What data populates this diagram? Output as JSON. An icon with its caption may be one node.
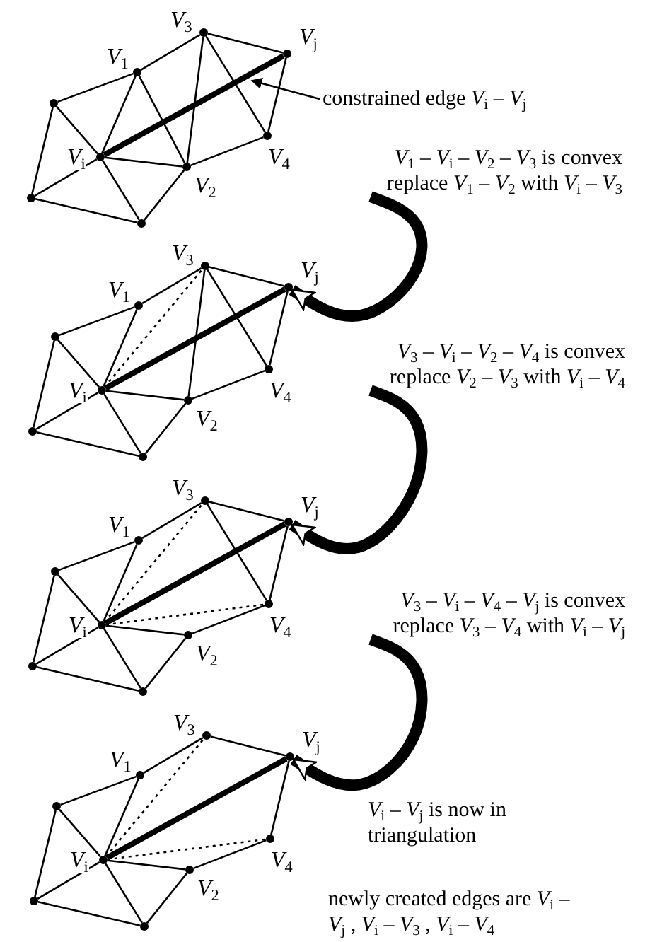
{
  "diagram": {
    "nodes": [
      {
        "text": [],
        "shape": "circle",
        "beside": [
          "*V*$_{3}$"
        ]
      },
      {
        "text": [],
        "shape": "circle",
        "beside": [
          "*V*$_{j}$"
        ]
      },
      {
        "text": [],
        "shape": "circle",
        "beside": [
          "*V*$_{1}$"
        ]
      },
      {
        "text": [],
        "shape": "circle"
      },
      {
        "text": [],
        "shape": "circle",
        "beside": [
          "*V*$_{i}$"
        ]
      },
      {
        "text": [],
        "shape": "circle",
        "beside": [
          "*V*$_{4}$"
        ]
      },
      {
        "text": [],
        "shape": "circle",
        "beside": [
          "*V*$_{2}$"
        ]
      },
      {
        "text": [],
        "shape": "circle"
      },
      {
        "text": [],
        "shape": "circle"
      },
      {
        "text": [
          "constrained edge *V*$_{i}$ – *V*$_{j}$"
        ]
      },
      {
        "text": [
          "*V*$_{1}$ – *V*$_{i}$ – *V*$_{2}$ – *V*$_{3}$ is convex",
          "replace *V*$_{1}$ – *V*$_{2}$ with *V*$_{i}$ – *V*$_{3}$"
        ]
      },
      {
        "text": [],
        "shape": "circle",
        "beside": [
          "*V*$_{3}$"
        ]
      },
      {
        "text": [],
        "shape": "circle",
        "beside": [
          "*V*$_{j}$"
        ]
      },
      {
        "text": [],
        "shape": "circle",
        "beside": [
          "*V*$_{1}$"
        ]
      },
      {
        "text": [],
        "shape": "circle"
      },
      {
        "text": [],
        "shape": "circle",
        "beside": [
          "*V*$_{i}$"
        ]
      },
      {
        "text": [],
        "shape": "circle",
        "beside": [
          "*V*$_{4}$"
        ]
      },
      {
        "text": [],
        "shape": "circle",
        "beside": [
          "*V*$_{2}$"
        ]
      },
      {
        "text": [],
        "shape": "circle"
      },
      {
        "text": [],
        "shape": "circle"
      },
      {
        "text": [
          "*V*$_{3}$ – *V*$_{i}$ – *V*$_{2}$ – *V*$_{4}$ is convex",
          "replace *V*$_{2}$ – *V*$_{3}$ with *V*$_{i}$ – *V*$_{4}$"
        ]
      },
      {
        "text": [],
        "shape": "circle",
        "beside": [
          "*V*$_{3}$"
        ]
      },
      {
        "text": [],
        "shape": "circle",
        "beside": [
          "*V*$_{j}$"
        ]
      },
      {
        "text": [],
        "shape": "circle",
        "beside": [
          "*V*$_{1}$"
        ]
      },
      {
        "text": [],
        "shape": "circle"
      },
      {
        "text": [],
        "shape": "circle",
        "beside": [
          "*V*$_{i}$"
        ]
      },
      {
        "text": [],
        "shape": "circle",
        "beside": [
          "*V*$_{4}$"
        ]
      },
      {
        "text": [],
        "shape": "circle",
        "beside": [
          "*V*$_{2}$"
        ]
      },
      {
        "text": [],
        "shape": "circle"
      },
      {
        "text": [],
        "shape": "circle"
      },
      {
        "text": [
          "*V*$_{3}$ – *V*$_{i}$ – *V*$_{4}$ – *V*$_{j}$ is convex",
          "replace *V*$_{3}$ – *V*$_{4}$ with *V*$_{i}$ – *V*$_{j}$"
        ]
      },
      {
        "text": [],
        "shape": "circle",
        "beside": [
          "*V*$_{3}$"
        ]
      },
      {
        "text": [],
        "shape": "circle",
        "beside": [
          "*V*$_{j}$"
        ]
      },
      {
        "text": [],
        "shape": "circle",
        "beside": [
          "*V*$_{1}$"
        ]
      },
      {
        "text": [],
        "shape": "circle"
      },
      {
        "text": [],
        "shape": "circle",
        "beside": [
          "*V*$_{i}$"
        ]
      },
      {
        "text": [],
        "shape": "circle",
        "beside": [
          "*V*$_{4}$"
        ]
      },
      {
        "text": [],
        "shape": "circle",
        "beside": [
          "*V*$_{2}$"
        ]
      },
      {
        "text": [],
        "shape": "circle"
      },
      {
        "text": [],
        "shape": "circle"
      }
    ],
    "edges": [
      {
        "from": 3,
        "to": 2,
        "arrow": "none"
      },
      {
        "from": 2,
        "to": 0,
        "arrow": "none"
      },
      {
        "from": 0,
        "to": 1,
        "arrow": "none"
      },
      {
        "from": 1,
        "to": 5,
        "arrow": "none"
      },
      {
        "from": 5,
        "to": 6,
        "arrow": "none"
      },
      {
        "from": 6,
        "to": 8,
        "arrow": "none"
      },
      {
        "from": 8,
        "to": 7,
        "arrow": "none"
      },
      {
        "from": 7,
        "to": 3,
        "arrow": "none"
      },
      {
        "from": 3,
        "to": 4,
        "arrow": "none"
      },
      {
        "from": 7,
        "to": 4,
        "arrow": "none"
      },
      {
        "from": 8,
        "to": 4,
        "arrow": "none"
      },
      {
        "from": 6,
        "to": 4,
        "arrow": "none"
      },
      {
        "from": 2,
        "to": 4,
        "arrow": "none"
      },
      {
        "from": 2,
        "to": 6,
        "arrow": "none"
      },
      {
        "from": 0,
        "to": 6,
        "arrow": "none"
      },
      {
        "from": 0,
        "to": 5,
        "arrow": "none"
      },
      {
        "from": 4,
        "to": 1,
        "arrow": "none",
        "style": "thick"
      },
      {
        "from": 9,
        "to": null,
        "arrow": "to"
      },
      {
        "from": 10,
        "to": 12,
        "arrow": "to",
        "style": "thick"
      },
      {
        "from": 14,
        "to": 13,
        "arrow": "none"
      },
      {
        "from": 13,
        "to": 11,
        "arrow": "none"
      },
      {
        "from": 11,
        "to": 12,
        "arrow": "none"
      },
      {
        "from": 12,
        "to": 16,
        "arrow": "none"
      },
      {
        "from": 16,
        "to": 17,
        "arrow": "none"
      },
      {
        "from": 17,
        "to": 19,
        "arrow": "none"
      },
      {
        "from": 19,
        "to": 18,
        "arrow": "none"
      },
      {
        "from": 18,
        "to": 14,
        "arrow": "none"
      },
      {
        "from": 14,
        "to": 15,
        "arrow": "none"
      },
      {
        "from": 18,
        "to": 15,
        "arrow": "none"
      },
      {
        "from": 19,
        "to": 15,
        "arrow": "none"
      },
      {
        "from": 17,
        "to": 15,
        "arrow": "none"
      },
      {
        "from": 13,
        "to": 15,
        "arrow": "none"
      },
      {
        "from": 11,
        "to": 17,
        "arrow": "none"
      },
      {
        "from": 11,
        "to": 16,
        "arrow": "none"
      },
      {
        "from": 15,
        "to": 11,
        "arrow": "none",
        "style": "dashed"
      },
      {
        "from": 15,
        "to": 12,
        "arrow": "none",
        "style": "thick"
      },
      {
        "from": 20,
        "to": 22,
        "arrow": "to",
        "style": "thick"
      },
      {
        "from": 24,
        "to": 23,
        "arrow": "none"
      },
      {
        "from": 23,
        "to": 21,
        "arrow": "none"
      },
      {
        "from": 21,
        "to": 22,
        "arrow": "none"
      },
      {
        "from": 22,
        "to": 26,
        "arrow": "none"
      },
      {
        "from": 26,
        "to": 27,
        "arrow": "none"
      },
      {
        "from": 27,
        "to": 29,
        "arrow": "none"
      },
      {
        "from": 29,
        "to": 28,
        "arrow": "none"
      },
      {
        "from": 28,
        "to": 24,
        "arrow": "none"
      },
      {
        "from": 24,
        "to": 25,
        "arrow": "none"
      },
      {
        "from": 28,
        "to": 25,
        "arrow": "none"
      },
      {
        "from": 29,
        "to": 25,
        "arrow": "none"
      },
      {
        "from": 27,
        "to": 25,
        "arrow": "none"
      },
      {
        "from": 23,
        "to": 25,
        "arrow": "none"
      },
      {
        "from": 21,
        "to": 26,
        "arrow": "none"
      },
      {
        "from": 25,
        "to": 21,
        "arrow": "none",
        "style": "dashed"
      },
      {
        "from": 25,
        "to": 26,
        "arrow": "none",
        "style": "dashed"
      },
      {
        "from": 25,
        "to": 22,
        "arrow": "none",
        "style": "thick"
      },
      {
        "from": 30,
        "to": 32,
        "arrow": "to",
        "style": "thick"
      },
      {
        "from": 34,
        "to": 33,
        "arrow": "none"
      },
      {
        "from": 33,
        "to": 31,
        "arrow": "none"
      },
      {
        "from": 31,
        "to": 32,
        "arrow": "none"
      },
      {
        "from": 32,
        "to": 36,
        "arrow": "none"
      },
      {
        "from": 36,
        "to": 37,
        "arrow": "none"
      },
      {
        "from": 37,
        "to": 39,
        "arrow": "none"
      },
      {
        "from": 39,
        "to": 38,
        "arrow": "none"
      },
      {
        "from": 38,
        "to": 34,
        "arrow": "none"
      },
      {
        "from": 34,
        "to": 35,
        "arrow": "none"
      },
      {
        "from": 38,
        "to": 35,
        "arrow": "none"
      },
      {
        "from": 39,
        "to": 35,
        "arrow": "none"
      },
      {
        "from": 37,
        "to": 35,
        "arrow": "none"
      },
      {
        "from": 33,
        "to": 35,
        "arrow": "none"
      },
      {
        "from": 35,
        "to": 31,
        "arrow": "none",
        "style": "dashed"
      },
      {
        "from": 35,
        "to": 36,
        "arrow": "none",
        "style": "dashed"
      },
      {
        "from": 35,
        "to": 32,
        "arrow": "none",
        "style": "thick"
      }
    ],
    "labels": [
      "*V*$_{i}$ – *V*$_{j}$ is now in triangulation",
      "newly created edges are *V*$_{i}$ – *V*$_{j}$ , *V*$_{i}$ – *V*$_{3}$ , *V*$_{i}$ – *V*$_{4}$"
    ]
  }
}
